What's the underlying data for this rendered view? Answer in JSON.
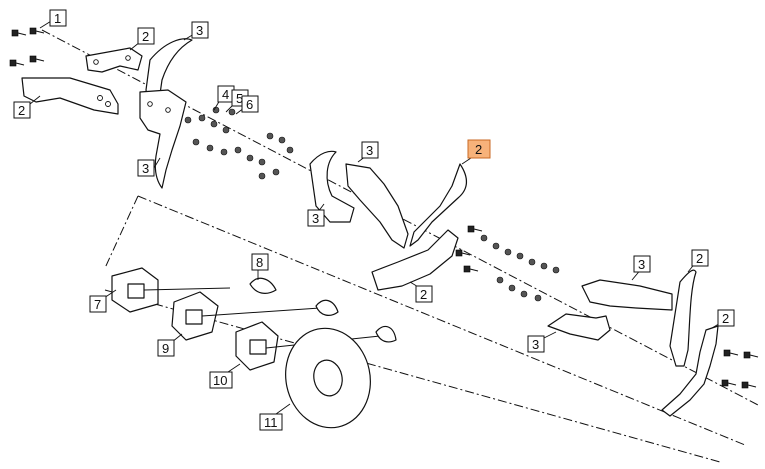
{
  "highlight_color": "#f7b27a",
  "callouts": [
    {
      "id": "c1",
      "label": "1"
    },
    {
      "id": "c2a",
      "label": "2"
    },
    {
      "id": "c3a",
      "label": "3"
    },
    {
      "id": "c2b",
      "label": "2"
    },
    {
      "id": "c4",
      "label": "4"
    },
    {
      "id": "c5",
      "label": "5"
    },
    {
      "id": "c6",
      "label": "6"
    },
    {
      "id": "c3b",
      "label": "3"
    },
    {
      "id": "c3c",
      "label": "3"
    },
    {
      "id": "c3d",
      "label": "3"
    },
    {
      "id": "c2c",
      "label": "2",
      "highlighted": true
    },
    {
      "id": "c2d",
      "label": "2"
    },
    {
      "id": "c8",
      "label": "8"
    },
    {
      "id": "c7",
      "label": "7"
    },
    {
      "id": "c9",
      "label": "9"
    },
    {
      "id": "c10",
      "label": "10"
    },
    {
      "id": "c11",
      "label": "11"
    },
    {
      "id": "c3e",
      "label": "3"
    },
    {
      "id": "c2e",
      "label": "2"
    },
    {
      "id": "c2f",
      "label": "2"
    },
    {
      "id": "c3f",
      "label": "3"
    }
  ]
}
